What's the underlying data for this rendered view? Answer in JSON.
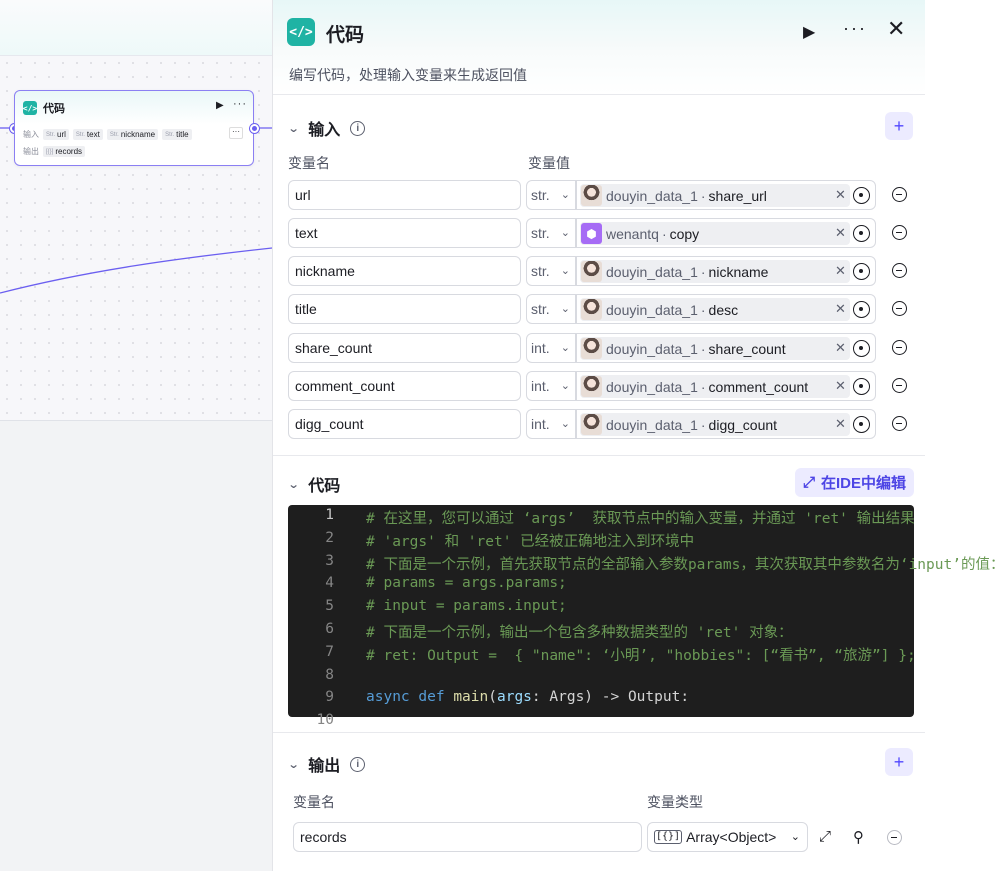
{
  "canvas": {
    "node": {
      "title": "代码",
      "input_label": "输入",
      "output_label": "输出",
      "input_tags": [
        {
          "type": "Str.",
          "name": "url"
        },
        {
          "type": "Str.",
          "name": "text"
        },
        {
          "type": "Str.",
          "name": "nickname"
        },
        {
          "type": "Str.",
          "name": "title"
        }
      ],
      "output_tag": {
        "type": "[{}]",
        "name": "records"
      }
    }
  },
  "panel": {
    "title": "代码",
    "description": "编写代码，处理输入变量来生成返回值",
    "input_section": {
      "title": "输入",
      "col_name": "变量名",
      "col_value": "变量值",
      "rows": [
        {
          "name": "url",
          "type": "str.",
          "source": "douyin_data_1",
          "field": "share_url",
          "avatar": "person"
        },
        {
          "name": "text",
          "type": "str.",
          "source": "wenantq",
          "field": "copy",
          "avatar": "robot"
        },
        {
          "name": "nickname",
          "type": "str.",
          "source": "douyin_data_1",
          "field": "nickname",
          "avatar": "person"
        },
        {
          "name": "title",
          "type": "str.",
          "source": "douyin_data_1",
          "field": "desc",
          "avatar": "person"
        },
        {
          "name": "share_count",
          "type": "int.",
          "source": "douyin_data_1",
          "field": "share_count",
          "avatar": "person"
        },
        {
          "name": "comment_count",
          "type": "int.",
          "source": "douyin_data_1",
          "field": "comment_count",
          "avatar": "person"
        },
        {
          "name": "digg_count",
          "type": "int.",
          "source": "douyin_data_1",
          "field": "digg_count",
          "avatar": "person"
        }
      ]
    },
    "code_section": {
      "title": "代码",
      "ide_button": "在IDE中编辑",
      "lines": [
        {
          "n": "1",
          "text": "# 在这里，您可以通过 ‘args’  获取节点中的输入变量，并通过 'ret' 输出结果"
        },
        {
          "n": "2",
          "text": "# 'args' 和 'ret' 已经被正确地注入到环境中"
        },
        {
          "n": "3",
          "text": "# 下面是一个示例，首先获取节点的全部输入参数params，其次获取其中参数名为‘input’的值："
        },
        {
          "n": "4",
          "text": "# params = args.params;"
        },
        {
          "n": "5",
          "text": "# input = params.input;"
        },
        {
          "n": "6",
          "text": "# 下面是一个示例，输出一个包含多种数据类型的 'ret' 对象："
        },
        {
          "n": "7",
          "text": "# ret: Output =  { \"name\": ‘小明’, \"hobbies\": [“看书”, “旅游”] };"
        },
        {
          "n": "8",
          "text": ""
        },
        {
          "n": "9",
          "async": "async",
          "def": "def",
          "fn": "main",
          "args": "args",
          "rest1": ": ",
          "argtype": "Args",
          "rest2": ") -> ",
          "ret": "Output",
          "rest3": ":"
        },
        {
          "n": "10",
          "text": ""
        }
      ]
    },
    "output_section": {
      "title": "输出",
      "col_name": "变量名",
      "col_type": "变量类型",
      "row": {
        "name": "records",
        "type_icon": "[{}]",
        "type": "Array<Object>"
      }
    },
    "icons": {
      "run": "play-icon",
      "more": "more-icon",
      "close": "close-icon"
    }
  }
}
